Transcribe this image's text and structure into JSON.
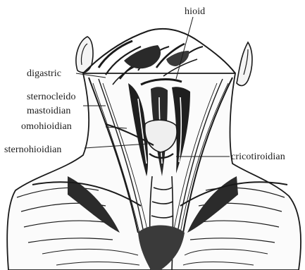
{
  "labels": {
    "hioid": "hioid",
    "digastric": "digastric",
    "sternocleido": "sternocleido",
    "mastoidian": "mastoidian",
    "omohioidian": "omohioidian",
    "sternohioidian": "sternohioidian",
    "cricotiroidian": "cricotiroidian"
  },
  "colors": {
    "ink": "#1a1a1a",
    "paper": "#ffffff",
    "shade": "#8a8a8a"
  }
}
